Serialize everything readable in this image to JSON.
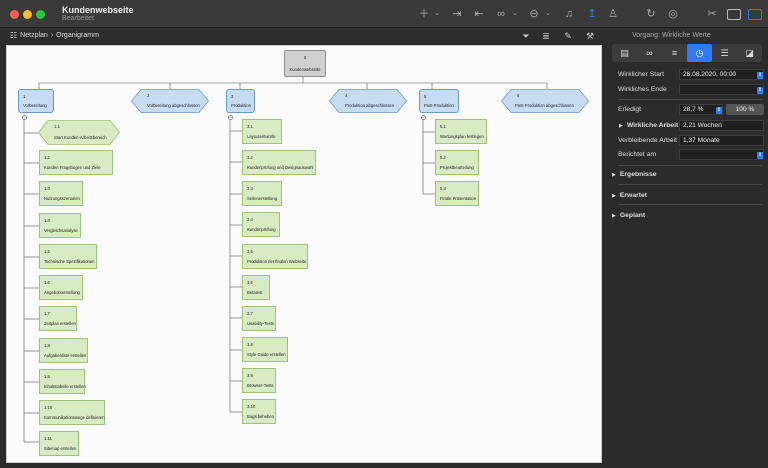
{
  "window": {
    "title": "Kundenwebseite",
    "subtitle": "Bearbeitet"
  },
  "toolbar": {
    "icons": [
      "plus-icon",
      "chevron-down-icon",
      "indent-icon",
      "outdent-icon",
      "link-icon",
      "chevron-down-icon",
      "circle-minus-icon",
      "chevron-down-icon",
      "bell-icon",
      "pin-icon",
      "person-icon",
      "refresh-icon",
      "globe-icon",
      "scissors-icon",
      "sidebar-left-icon",
      "sidebar-right-icon"
    ]
  },
  "breadcrumb": {
    "items": [
      "Netzplan",
      "Organigramm"
    ],
    "separator": "›"
  },
  "inspector": {
    "caption_prefix": "Vorgang:",
    "caption_value": "Wirkliche Werte",
    "tabs": [
      "clipboard-icon",
      "link-icon",
      "doc-icon",
      "clock-icon",
      "list-icon",
      "pencil-icon"
    ],
    "active_tab": 3,
    "fields": {
      "actual_start_label": "Wirklicher Start",
      "actual_start_value": "28.08.2020, 00:00",
      "actual_end_label": "Wirkliches Ende",
      "actual_end_value": "",
      "done_label": "Erledigt",
      "done_value": "28,7 %",
      "done_button": "100 %",
      "actual_work_label": "Wirkliche Arbeit",
      "actual_work_value": "2,21 Wochen",
      "remaining_label": "Verbleibende Arbeit",
      "remaining_value": "1,37 Monate",
      "reported_label": "Berichtet am",
      "reported_value": ""
    },
    "sections": [
      "Ergebnisse",
      "Erwartet",
      "Geplant"
    ]
  },
  "org": {
    "root": {
      "num": "0",
      "label": "Kundenwebseite"
    },
    "branches": [
      {
        "num": "1",
        "label": "Vorbereitung",
        "kind": "summary"
      },
      {
        "num": "2",
        "label": "Vorbereitung abgeschlossen",
        "kind": "milestone"
      },
      {
        "num": "3",
        "label": "Produktion",
        "kind": "summary"
      },
      {
        "num": "4",
        "label": "Produktion abgeschlossen",
        "kind": "milestone"
      },
      {
        "num": "5",
        "label": "Post-Produktion",
        "kind": "summary"
      },
      {
        "num": "6",
        "label": "Post-Produktion abgeschlossen",
        "kind": "milestone"
      }
    ],
    "col1": [
      {
        "num": "1.1",
        "label": "Start Kunden-Arbeitsbereich",
        "kind": "milestone"
      },
      {
        "num": "1.2",
        "label": "Kunden Fragebogen und Ziele"
      },
      {
        "num": "1.3",
        "label": "Nutzungsszenarien"
      },
      {
        "num": "1.4",
        "label": "Vergleichsanalyse"
      },
      {
        "num": "1.5",
        "label": "Technische Spezifikationen"
      },
      {
        "num": "1.6",
        "label": "Angebotserstellung"
      },
      {
        "num": "1.7",
        "label": "Zeitplan erstellen"
      },
      {
        "num": "1.8",
        "label": "Aufgabenliste erstellen"
      },
      {
        "num": "1.9",
        "label": "Inhaltstabelle erstellen"
      },
      {
        "num": "1.10",
        "label": "Kommunikationswege definieren"
      },
      {
        "num": "1.11",
        "label": "Sitemap erstellen"
      }
    ],
    "col3": [
      {
        "num": "3.1",
        "label": "Layoutentwürfe"
      },
      {
        "num": "3.2",
        "label": "Kundenprüfung und Designauswahl"
      },
      {
        "num": "3.3",
        "label": "Seitenerstellung"
      },
      {
        "num": "3.4",
        "label": "Kundenprüfung"
      },
      {
        "num": "3.5",
        "label": "Produktion der finalen Webseite"
      },
      {
        "num": "3.6",
        "label": "Betatest"
      },
      {
        "num": "3.7",
        "label": "Usability-Tests"
      },
      {
        "num": "3.8",
        "label": "Style Guide erstellen"
      },
      {
        "num": "3.9",
        "label": "Browser-Tests"
      },
      {
        "num": "3.10",
        "label": "Bugs beheben"
      }
    ],
    "col5": [
      {
        "num": "5.1",
        "label": "Wartungsplan festlegen"
      },
      {
        "num": "5.2",
        "label": "Projektbeurteilung"
      },
      {
        "num": "5.3",
        "label": "Finale Präsentation"
      }
    ]
  }
}
